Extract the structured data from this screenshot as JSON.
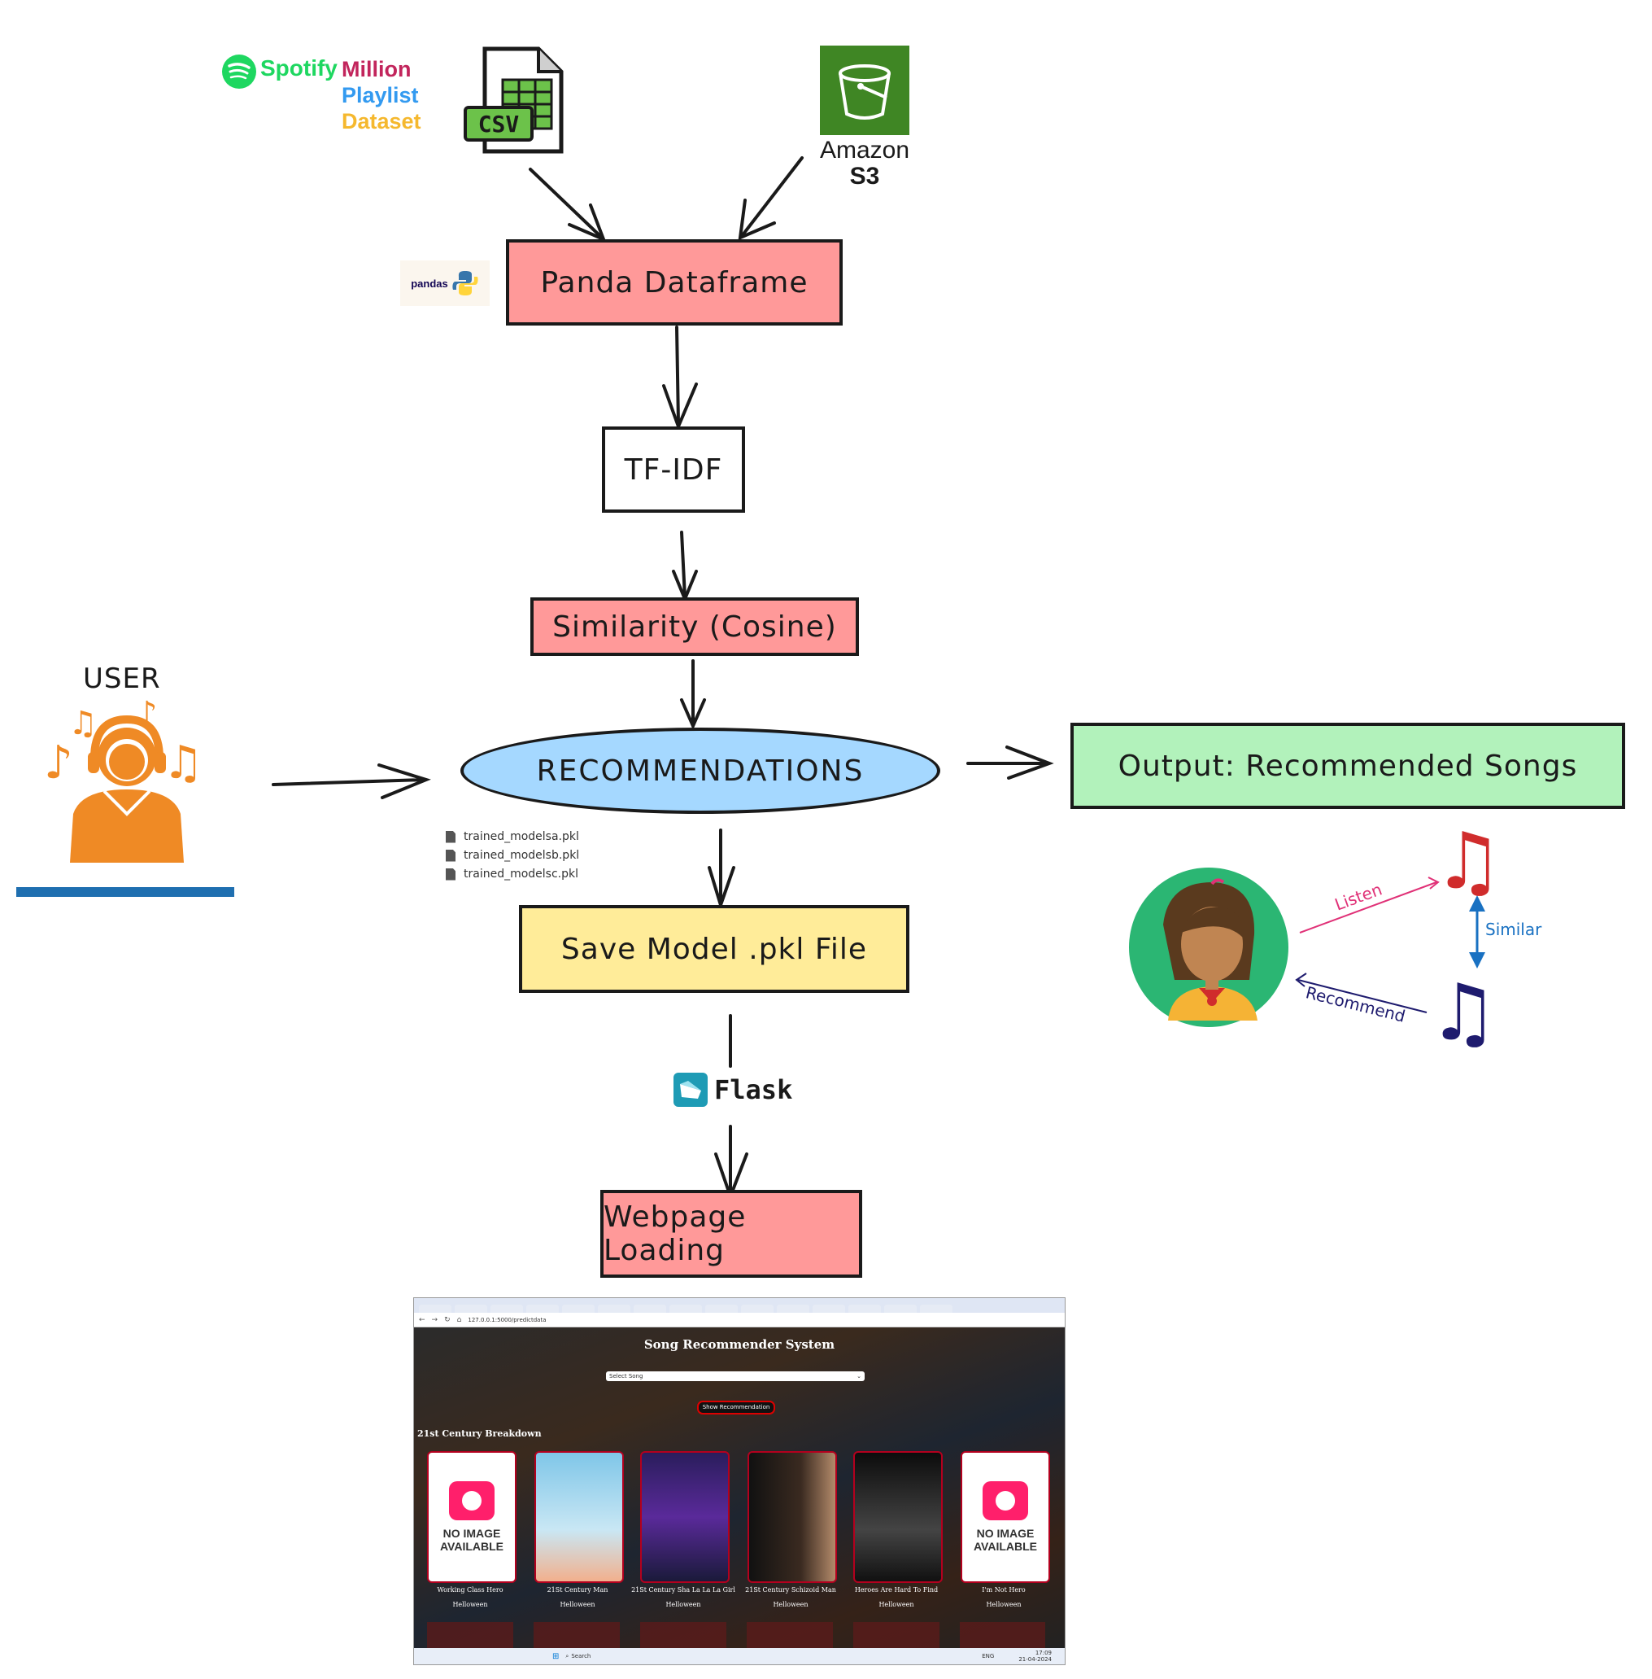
{
  "sources": {
    "spotify_word": "Spotify",
    "dataset_words": [
      "Million",
      "Playlist",
      "Dataset"
    ],
    "csv_label": "CSV",
    "s3_line1": "Amazon",
    "s3_line2": "S3",
    "pandas_logo_text": "pandas"
  },
  "nodes": {
    "panda_dataframe": "Panda Dataframe",
    "tfidf": "TF-IDF",
    "similarity": "Similarity (Cosine)",
    "recommendations": "RECOMMENDATIONS",
    "save_model": "Save Model .pkl File",
    "webpage_loading": "Webpage Loading",
    "output": "Output: Recommended Songs"
  },
  "user_label": "USER",
  "model_files": [
    "trained_modelsa.pkl",
    "trained_modelsb.pkl",
    "trained_modelsc.pkl"
  ],
  "flask_label": "Flask",
  "listen_label": "Listen",
  "similar_label": "Similar",
  "recommend_label": "Recommend",
  "colors": {
    "pink": "#ff9999",
    "white": "#ffffff",
    "blue_ellipse": "#a5d8ff",
    "yellow": "#ffec99",
    "green": "#b2f2bb",
    "spotify_green": "#1ed760",
    "s3_green": "#3f8624",
    "user_orange": "#ef8a25",
    "listen_pink": "#e03177",
    "similar_blue": "#1971c2",
    "recommend_navy": "#1e1b6e"
  },
  "screenshot": {
    "url": "127.0.0.1:5000/predictdata",
    "page_title": "Song Recommender System",
    "select_placeholder": "Select Song",
    "button_label": "Show Recommendation",
    "section_title": "21st Century Breakdown",
    "no_image_text": "NO IMAGE AVAILABLE",
    "cards": [
      {
        "title": "Working Class Hero",
        "artist": "Helloween"
      },
      {
        "title": "21St Century Man",
        "artist": "Helloween"
      },
      {
        "title": "21St Century Sha La La La Girl",
        "artist": "Helloween"
      },
      {
        "title": "21St Century Schizoid Man",
        "artist": "Helloween"
      },
      {
        "title": "Heroes Are Hard To Find",
        "artist": "Helloween"
      },
      {
        "title": "I'm Not Hero",
        "artist": "Helloween"
      }
    ],
    "taskbar_search": "Search",
    "clock_time": "17:09",
    "clock_date": "21-04-2024",
    "lang": "ENG"
  }
}
